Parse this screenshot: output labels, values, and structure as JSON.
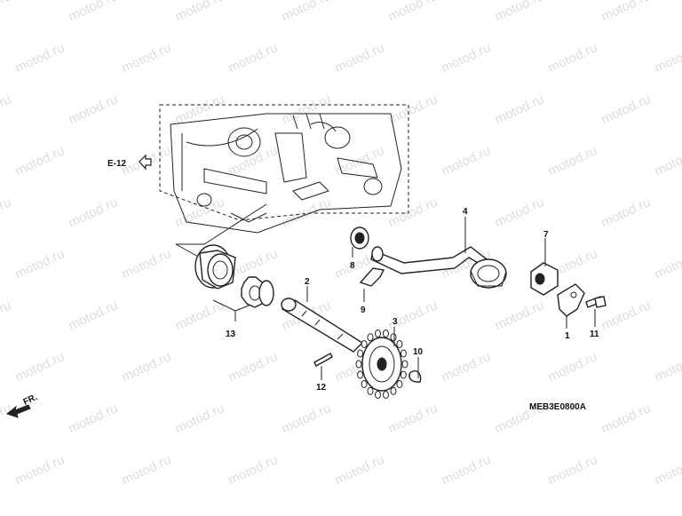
{
  "watermark": "motod.ru",
  "reference": {
    "label": "E-12"
  },
  "direction": {
    "label": "FR."
  },
  "diagram_code": "MEB3E0800A",
  "callouts": {
    "p1": "1",
    "p2": "2",
    "p3": "3",
    "p4": "4",
    "p7": "7",
    "p8": "8",
    "p9": "9",
    "p10": "10",
    "p11": "11",
    "p12": "12",
    "p13": "13"
  },
  "colors": {
    "line": "#222222",
    "watermark": "#dddddd",
    "background": "#ffffff"
  }
}
